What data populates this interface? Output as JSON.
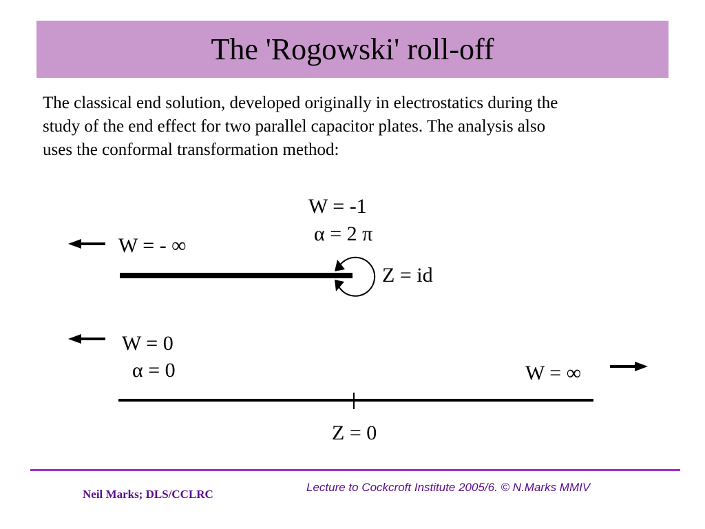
{
  "colors": {
    "title_bg": "#c998cc",
    "rule": "#9b30c8",
    "footer_text": "#5a0f8a",
    "line": "#000000"
  },
  "slide": {
    "title": "The 'Rogowski' roll-off",
    "body_lines": [
      "The classical end solution, developed originally in electrostatics during the",
      "study of the end effect for two parallel capacitor plates. The analysis also",
      "uses the conformal transformation method:"
    ]
  },
  "diagram": {
    "labels": {
      "w_neg1": "W = -1",
      "alpha_2pi": "α = 2 π",
      "w_neg_inf": "W = - ∞",
      "z_id": "Z = id",
      "w_zero": "W = 0",
      "alpha_zero": "α = 0",
      "w_inf": "W = ∞",
      "z_zero": "Z = 0"
    },
    "icons": [
      "arrow-left-icon",
      "arrow-left-icon",
      "arrow-right-icon",
      "circular-arrow-icon"
    ]
  },
  "footer": {
    "left": "Neil Marks; DLS/CCLRC",
    "right": "Lecture to Cockcroft Institute 2005/6.  © N.Marks MMIV"
  }
}
